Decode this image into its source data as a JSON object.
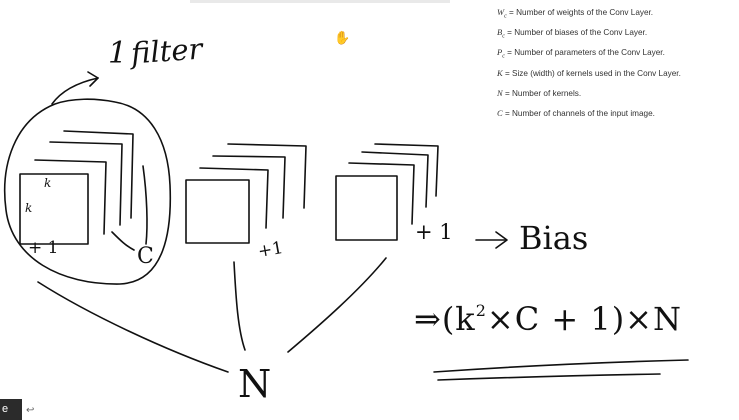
{
  "legend": [
    {
      "symbol": "W",
      "sub": "c",
      "text": "= Number of weights of the Conv Layer."
    },
    {
      "symbol": "B",
      "sub": "c",
      "text": "= Number of biases of the Conv Layer."
    },
    {
      "symbol": "P",
      "sub": "c",
      "text": "= Number of parameters of the Conv Layer."
    },
    {
      "symbol": "K",
      "sub": "",
      "text": "= Size (width) of kernels used in the Conv Layer."
    },
    {
      "symbol": "N",
      "sub": "",
      "text": "= Number of kernels."
    },
    {
      "symbol": "C",
      "sub": "",
      "text": "= Number of channels of the input image."
    }
  ],
  "handwriting": {
    "one_filter_num": "1",
    "one_filter_word": "filter",
    "plus1_a": "+ 1",
    "plus1_b": "+1",
    "plus1_c": "+ 1",
    "channel_c": "C",
    "kernel_k1": "k",
    "kernel_k2": "k",
    "bias_label": "Bias",
    "n_label": "N"
  },
  "formula": {
    "prefix": "⇒(k",
    "exponent": "2",
    "rest": "×C + 1)×N"
  },
  "bottom_badge": "e",
  "bottom_icon": "↩"
}
